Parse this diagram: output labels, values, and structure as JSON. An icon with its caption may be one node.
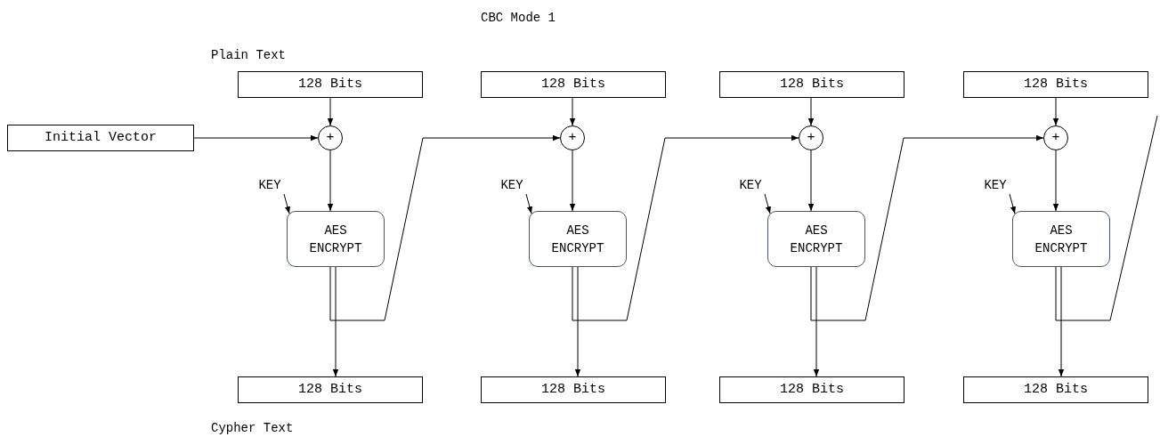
{
  "diagram": {
    "title": "CBC Mode 1",
    "nodes": [
      {
        "text": [
          "128 Bits"
        ],
        "beside": [
          "Plain Text"
        ]
      },
      {
        "text": [
          "128 Bits"
        ]
      },
      {
        "text": [
          "128 Bits"
        ]
      },
      {
        "text": [
          "128 Bits"
        ]
      },
      {
        "text": [
          "Initial Vector"
        ]
      },
      {
        "text": [
          "+"
        ]
      },
      {
        "text": [
          "+"
        ]
      },
      {
        "text": [
          "+"
        ]
      },
      {
        "text": [
          "+"
        ]
      },
      {
        "text": [
          "KEY"
        ]
      },
      {
        "text": [
          "KEY"
        ]
      },
      {
        "text": [
          "KEY"
        ]
      },
      {
        "text": [
          "KEY"
        ]
      },
      {
        "text": [
          "AES ENCRYPT"
        ]
      },
      {
        "text": [
          "AES ENCRYPT"
        ]
      },
      {
        "text": [
          "AES ENCRYPT"
        ]
      },
      {
        "text": [
          "AES ENCRYPT"
        ]
      },
      {
        "text": [
          "128 Bits"
        ],
        "beside": [
          "Cypher Text"
        ]
      },
      {
        "text": [
          "128 Bits"
        ]
      },
      {
        "text": [
          "128 Bits"
        ]
      },
      {
        "text": [
          "128 Bits"
        ]
      }
    ],
    "edges": [
      {
        "from": 0,
        "to": 5,
        "arrow": "to"
      },
      {
        "from": 1,
        "to": 6,
        "arrow": "to"
      },
      {
        "from": 2,
        "to": 7,
        "arrow": "to"
      },
      {
        "from": 3,
        "to": 8,
        "arrow": "to"
      },
      {
        "from": 4,
        "to": 5,
        "arrow": "to"
      },
      {
        "from": 5,
        "to": 13,
        "arrow": "to"
      },
      {
        "from": 6,
        "to": 14,
        "arrow": "to"
      },
      {
        "from": 7,
        "to": 15,
        "arrow": "to"
      },
      {
        "from": 8,
        "to": 16,
        "arrow": "to"
      },
      {
        "from": 9,
        "to": 13,
        "arrow": "to"
      },
      {
        "from": 10,
        "to": 14,
        "arrow": "to"
      },
      {
        "from": 11,
        "to": 15,
        "arrow": "to"
      },
      {
        "from": 12,
        "to": 16,
        "arrow": "to"
      },
      {
        "from": 13,
        "to": 17,
        "arrow": "to"
      },
      {
        "from": 14,
        "to": 18,
        "arrow": "to"
      },
      {
        "from": 15,
        "to": 19,
        "arrow": "to"
      },
      {
        "from": 16,
        "to": 20,
        "arrow": "to"
      },
      {
        "from": 13,
        "to": 6,
        "arrow": "to"
      },
      {
        "from": 14,
        "to": 7,
        "arrow": "to"
      },
      {
        "from": 15,
        "to": 8,
        "arrow": "to"
      },
      {
        "from": 16,
        "to": null,
        "arrow": "none"
      }
    ]
  }
}
